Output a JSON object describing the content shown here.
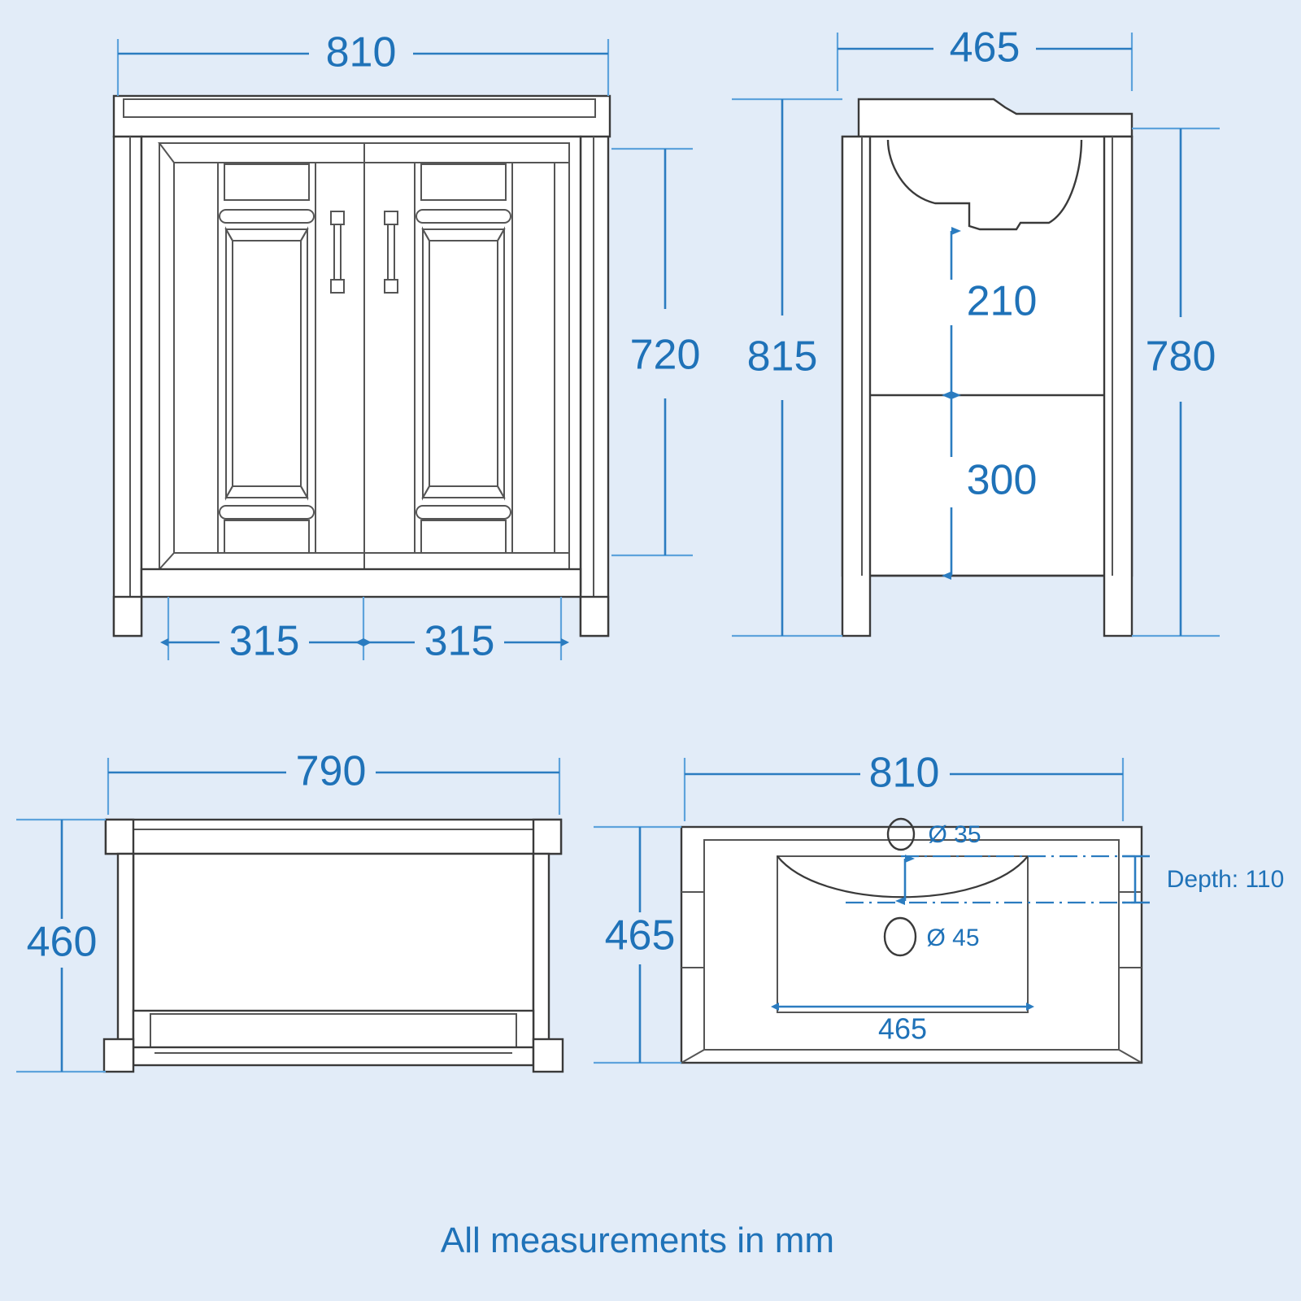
{
  "drawing": {
    "footer_note": "All measurements in mm",
    "unit": "mm",
    "background_color": "#e2ecf8",
    "dimension_color": "#1f72b8",
    "outline_color": "#3a3a3a"
  },
  "views": {
    "front": {
      "name": "front-elevation",
      "dimensions": {
        "overall_width": "810",
        "overall_height": "720",
        "left_door_width": "315",
        "right_door_width": "315"
      }
    },
    "side": {
      "name": "side-elevation",
      "dimensions": {
        "overall_depth": "465",
        "overall_height": "815",
        "carcass_height": "780",
        "upper_compartment": "210",
        "lower_compartment": "300"
      }
    },
    "rear": {
      "name": "rear-elevation",
      "dimensions": {
        "carcass_width": "790",
        "carcass_height": "460"
      }
    },
    "top": {
      "name": "top-plan-view",
      "dimensions": {
        "overall_width": "810",
        "overall_depth": "465",
        "basin_width": "465",
        "tap_hole": "Ø 35",
        "waste_hole": "Ø 45",
        "depth_label": "Depth: 110"
      }
    }
  }
}
